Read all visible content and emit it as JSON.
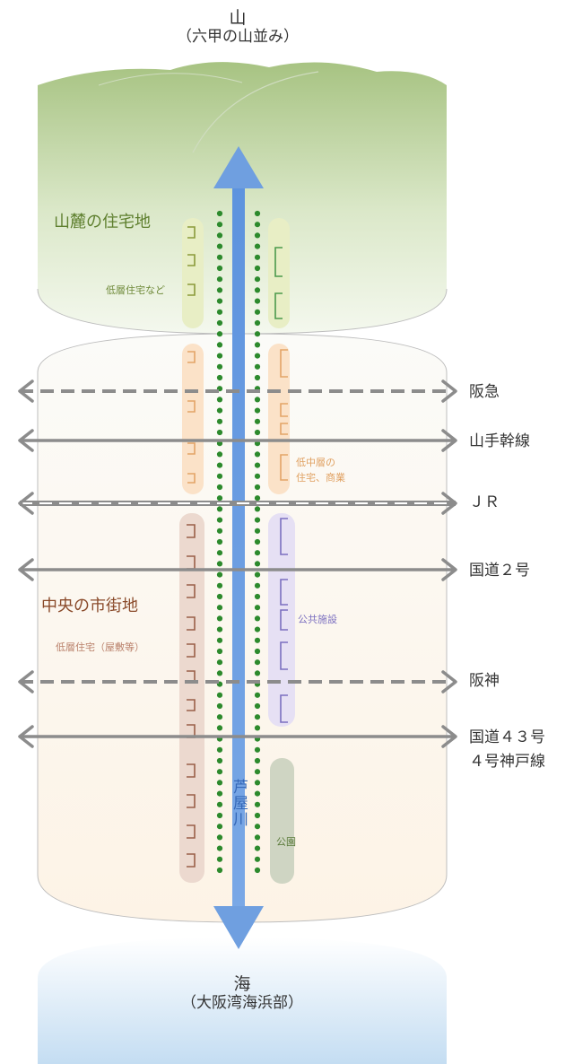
{
  "top": {
    "line1": "山",
    "line2": "（六甲の山並み）"
  },
  "bottom": {
    "line1": "海",
    "line2": "（大阪湾海浜部）"
  },
  "zones": {
    "mountain": "山麓の住宅地",
    "mountain_sub": "低層住宅など",
    "middle_sub_1": "低中層の",
    "middle_sub_2": "住宅、商業",
    "central": "中央の市街地",
    "central_sub": "低層住宅（屋敷等）",
    "public": "公共施設",
    "park": "公園"
  },
  "river": "芦屋川",
  "rails": [
    {
      "label": "阪急",
      "style": "dashed"
    },
    {
      "label": "山手幹線",
      "style": "solid"
    },
    {
      "label": "ＪＲ",
      "style": "rail"
    },
    {
      "label": "国道２号",
      "style": "solid"
    },
    {
      "label": "阪神",
      "style": "dashed"
    },
    {
      "label": "国道４３号",
      "label2": "４号神戸線",
      "style": "solid"
    }
  ],
  "colors": {
    "mountain": "#9fbe7a",
    "sea": "#c9e0f3",
    "river": "#6f9fe0",
    "dots": "#2d8a2d",
    "arrow": "#8c8c8c",
    "mountain_text": "#5e7f2e",
    "central_text": "#8a4a2a",
    "middle_text": "#e0a060",
    "public_text": "#7b6fc0"
  }
}
